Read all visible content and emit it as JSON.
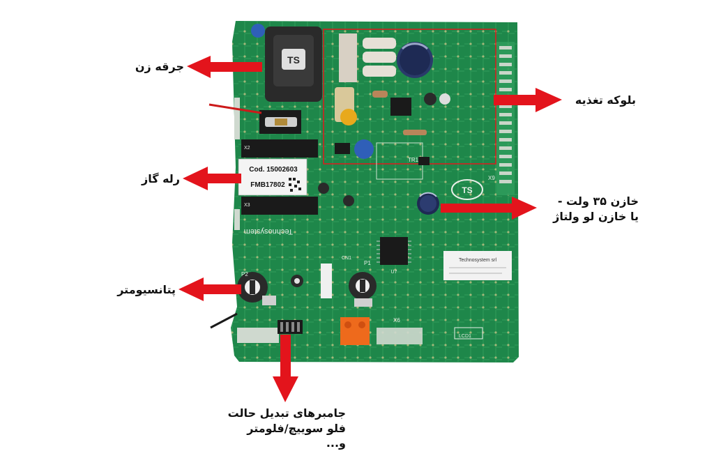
{
  "labels": {
    "ignition_coil": "جرقه زن",
    "power_block": "بلوکه تغذیه",
    "gas_relay": "رله گاز",
    "capacitor_line1": "خازن ۳۵ ولت -",
    "capacitor_line2": "یا خازن لو ولتاژ",
    "potentiometer": "پتانسیومتر",
    "jumpers_line1": "جامبرهای تبدیل حالت",
    "jumpers_line2": "فلو سوییچ/فلومتر",
    "jumpers_line3": "و..."
  },
  "board": {
    "sticker_code": "Cod. 15002603",
    "sticker_model": "FMB17802",
    "brand": "Technosystem",
    "chip_label": "Technosystem srl",
    "logo_text": "TS",
    "marking_x9": "X9",
    "marking_x6": "X6",
    "marking_p1": "P1",
    "marking_p2": "P2",
    "marking_tr1": "TR1",
    "marking_lcd1": "LCD1",
    "marking_x3": "X3",
    "marking_x2": "X2",
    "marking_cn1": "CN1",
    "marking_u7": "U7"
  },
  "colors": {
    "pcb": "#1f8a4a",
    "arrow": "#e3141c",
    "highlight_box": "#d42020"
  }
}
